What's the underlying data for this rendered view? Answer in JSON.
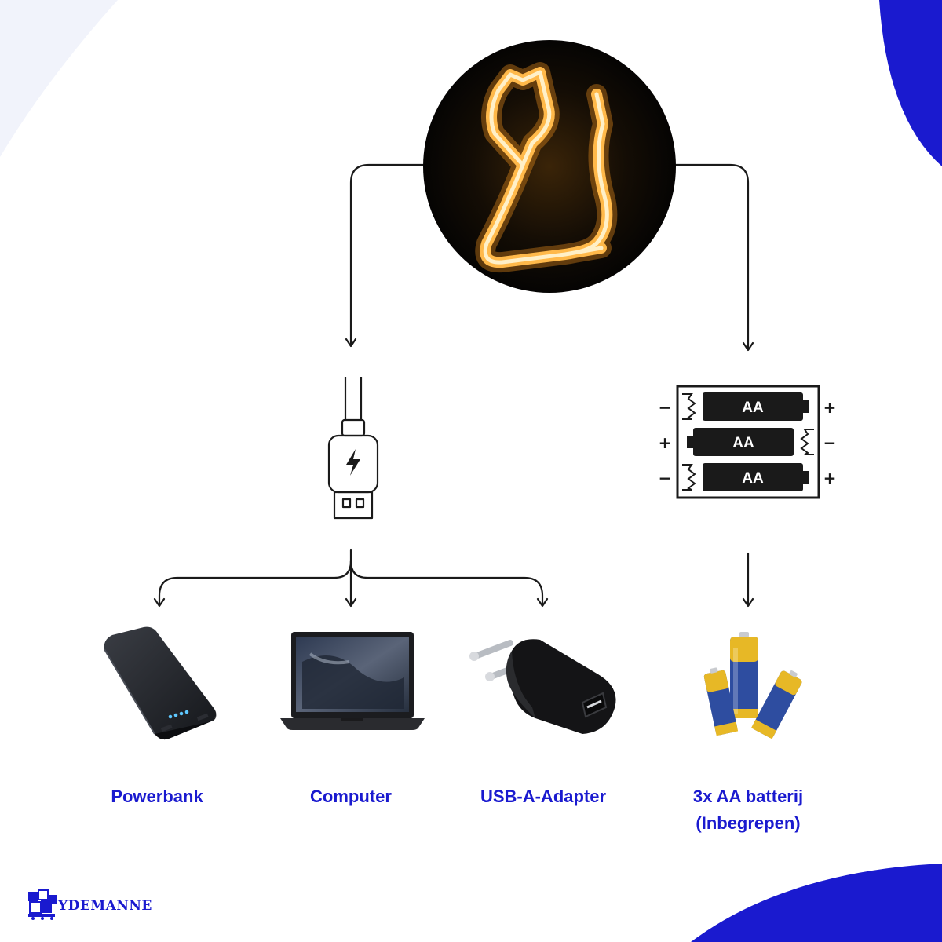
{
  "colors": {
    "brand_blue": "#1A1ACF",
    "light_corner": "#F1F3FB",
    "line": "#1A1A1A",
    "neon": "#FFB94A",
    "disc": "#0A0806"
  },
  "labels": {
    "powerbank": "Powerbank",
    "computer": "Computer",
    "usb_adapter": "USB-A-Adapter",
    "batteries_line1": "3x AA batterij",
    "batteries_line2": "(Inbegrepen)"
  },
  "battery_holder": {
    "cells": [
      "AA",
      "AA",
      "AA"
    ],
    "left_signs": [
      "−",
      "+",
      "−"
    ],
    "right_signs": [
      "+",
      "−",
      "+"
    ]
  },
  "logo": {
    "text": "YDEMANNE"
  },
  "icons": {
    "product": "neon-cat-lamp",
    "usb": "usb-a-plug-icon",
    "battery_holder": "aa-battery-holder-icon",
    "powerbank": "powerbank-image",
    "computer": "laptop-image",
    "adapter": "usb-wall-adapter-image",
    "batteries": "aa-batteries-image"
  }
}
